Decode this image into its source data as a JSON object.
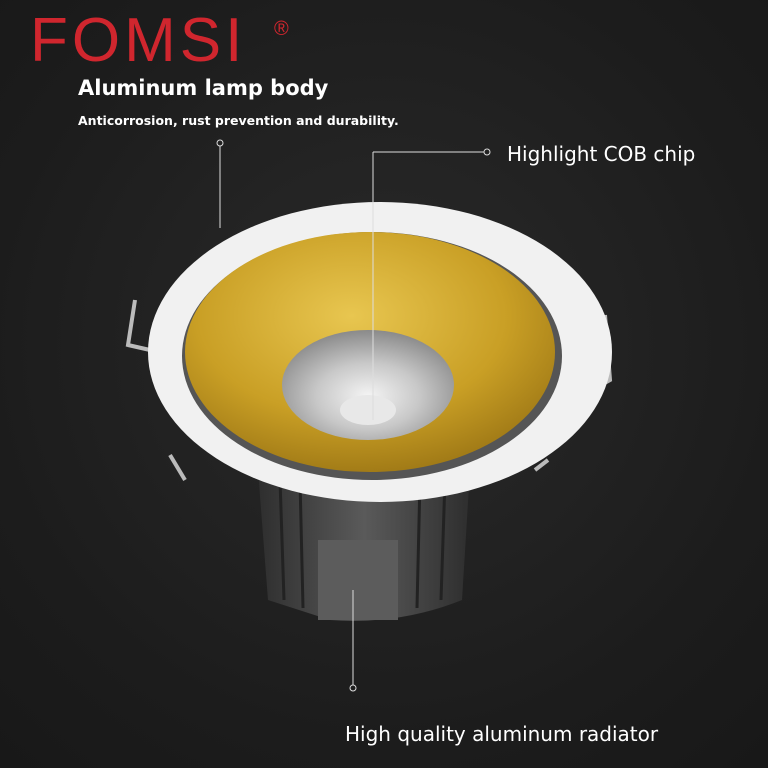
{
  "brand": {
    "logo_text": "FOMSI",
    "registered_mark": "®",
    "color": "#d0262e"
  },
  "callouts": {
    "body_title": "Aluminum lamp body",
    "body_subtitle": "Anticorrosion, rust prevention and durability.",
    "chip": "Highlight COB chip",
    "radiator": "High quality aluminum radiator"
  },
  "colors": {
    "background": "#1f1f1f",
    "gold": "#c9a12a",
    "white_ring": "#f2f2f2",
    "heatsink": "#4a4a4a"
  }
}
